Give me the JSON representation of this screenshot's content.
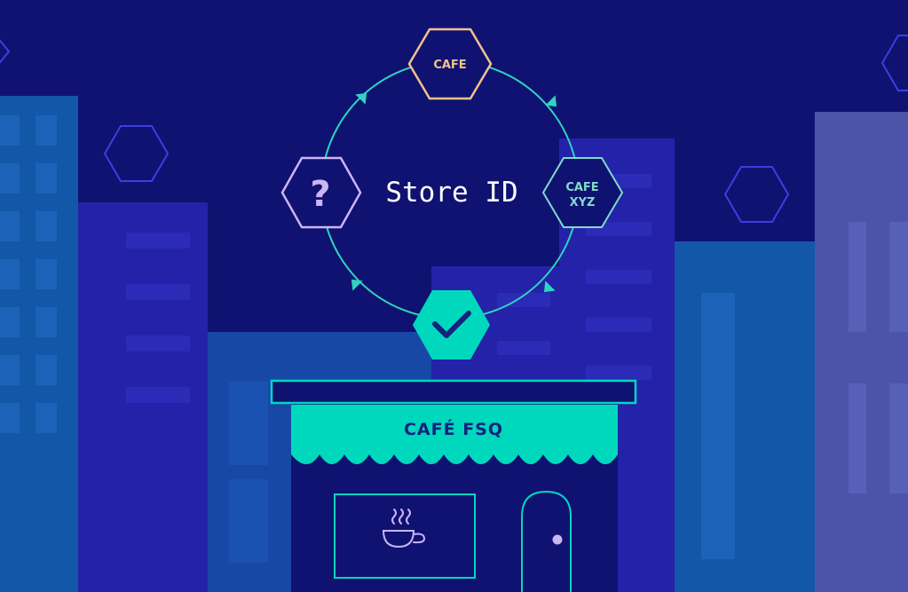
{
  "diagram": {
    "center_label": "Store ID",
    "nodes": {
      "top": {
        "label": "CAFE"
      },
      "right": {
        "line1": "CAFE",
        "line2": "XYZ"
      },
      "left": {
        "symbol": "?"
      },
      "bottom": {
        "icon": "checkmark-icon"
      }
    }
  },
  "storefront": {
    "sign": "CAFÉ FSQ",
    "window_icon": "coffee-cup-icon",
    "door_icon": "door-icon"
  },
  "colors": {
    "background": "#101272",
    "accent_teal": "#00D8BE",
    "ring": "#2DD4BF",
    "top_hex_stroke": "#F2C28B",
    "left_hex_stroke": "#C9B6F2",
    "right_hex_stroke": "#7FDCCB",
    "building_blue": "#1357A8",
    "building_indigo": "#2422A8",
    "building_violet": "#4B54A8"
  }
}
